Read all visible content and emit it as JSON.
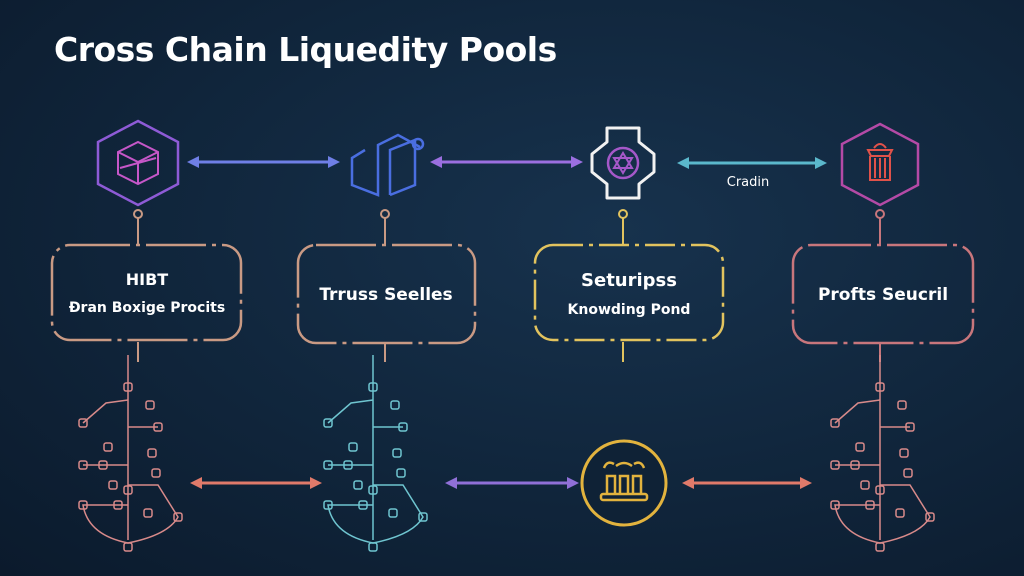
{
  "title": "Cross Chain Liquedity Pools",
  "colors": {
    "purple": "#8e5bd6",
    "blue": "#4a6ee0",
    "white": "#f2f2f2",
    "magenta": "#b44aa6",
    "tan": "#c99a84",
    "yellow": "#e2c35e",
    "pink": "#c8767c",
    "teal": "#5bb8cc",
    "gold": "#e2b33e",
    "salmon": "#e07a6a",
    "cyan": "#6fc5d0"
  },
  "top_arrow_label": "Cradin",
  "boxes": [
    {
      "title": "HIBT",
      "subtitle": "Đran Boxige Procits"
    },
    {
      "title": "Trruss Seelles"
    },
    {
      "title": "Seturipss",
      "subtitle": "Knowding Pond"
    },
    {
      "title": "Profts Seucril"
    }
  ],
  "icons": [
    "box-hexagon-icon",
    "cube-node-icon",
    "gear-cross-icon",
    "temple-hexagon-icon",
    "pillars-coin-icon",
    "network-tree-icon"
  ]
}
